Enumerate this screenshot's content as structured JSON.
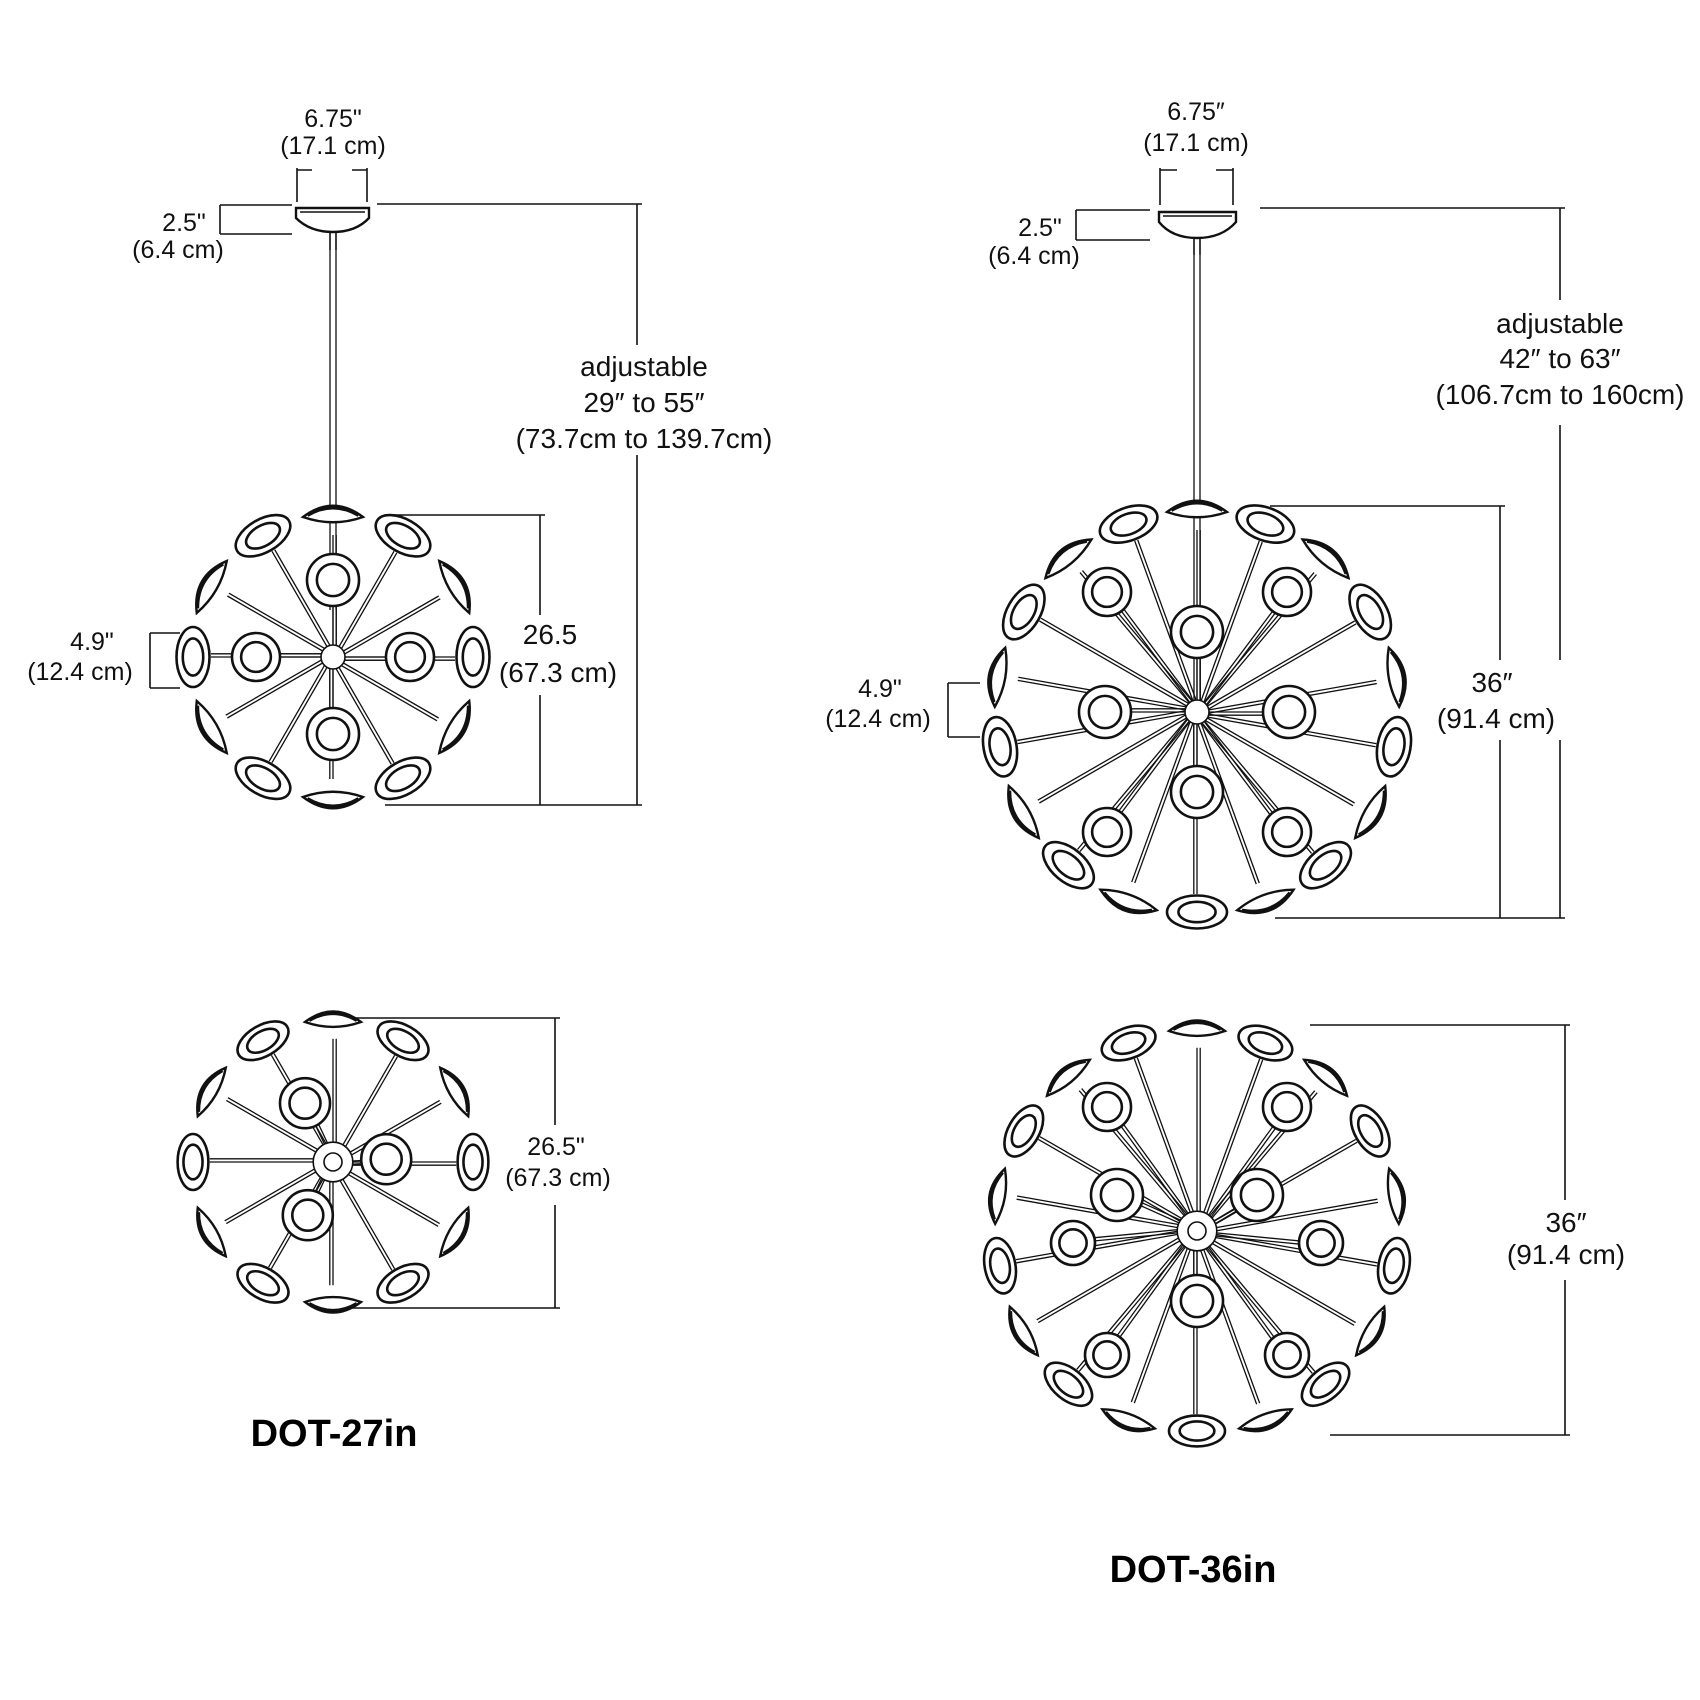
{
  "fixtures": [
    {
      "model": "DOT-27in",
      "canopy_width": {
        "imperial": "6.75\"",
        "metric": "(17.1 cm)"
      },
      "canopy_height": {
        "imperial": "2.5\"",
        "metric": "(6.4 cm)"
      },
      "overall": {
        "label": "adjustable",
        "imperial": "29″ to 55″",
        "metric": "(73.7cm to 139.7cm)"
      },
      "shade_size": {
        "imperial": "4.9\"",
        "metric": "(12.4 cm)"
      },
      "side_diameter": {
        "imperial": "26.5",
        "metric": "(67.3 cm)"
      },
      "top_diameter": {
        "imperial": "26.5\"",
        "metric": "(67.3 cm)"
      }
    },
    {
      "model": "DOT-36in",
      "canopy_width": {
        "imperial": "6.75″",
        "metric": "(17.1 cm)"
      },
      "canopy_height": {
        "imperial": "2.5\"",
        "metric": "(6.4 cm)"
      },
      "overall": {
        "label": "adjustable",
        "imperial": "42″ to 63″",
        "metric": "(106.7cm to 160cm)"
      },
      "shade_size": {
        "imperial": "4.9\"",
        "metric": "(12.4 cm)"
      },
      "side_diameter": {
        "imperial": "36″",
        "metric": "(91.4 cm)"
      },
      "top_diameter": {
        "imperial": "36″",
        "metric": "(91.4 cm)"
      }
    }
  ]
}
